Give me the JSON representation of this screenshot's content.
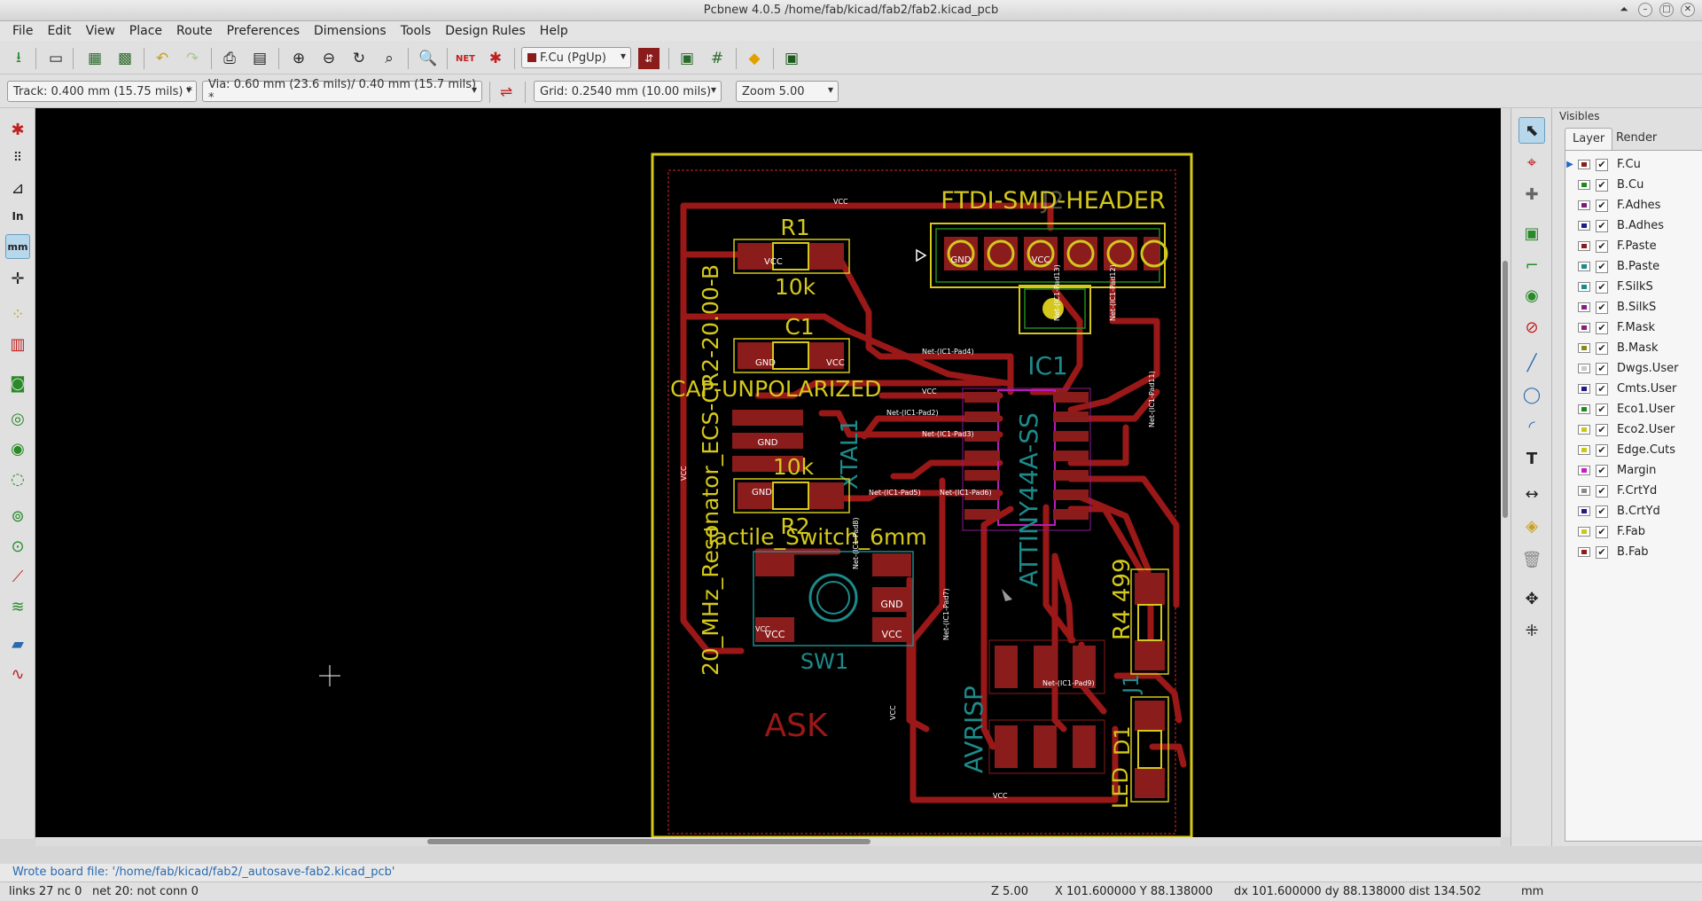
{
  "window": {
    "title": "Pcbnew 4.0.5 /home/fab/kicad/fab2/fab2.kicad_pcb"
  },
  "menu": [
    "File",
    "Edit",
    "View",
    "Place",
    "Route",
    "Preferences",
    "Dimensions",
    "Tools",
    "Design Rules",
    "Help"
  ],
  "toolbar": {
    "layer_select": "F.Cu (PgUp)",
    "net_label": "NET"
  },
  "toolbar2": {
    "track": "Track: 0.400 mm (15.75 mils) *",
    "via": "Via: 0.60 mm (23.6 mils)/ 0.40 mm (15.7 mils) *",
    "grid": "Grid: 0.2540 mm (10.00 mils)",
    "zoom": "Zoom 5.00"
  },
  "left_toolbar": {
    "in_label": "In",
    "mm_label": "mm"
  },
  "visibles": {
    "title": "Visibles",
    "tabs": [
      "Layer",
      "Render"
    ],
    "layers": [
      {
        "name": "F.Cu",
        "color": "#8a1c1c",
        "checked": true,
        "active": true
      },
      {
        "name": "B.Cu",
        "color": "#1e8a1e",
        "checked": true
      },
      {
        "name": "F.Adhes",
        "color": "#7a1c7a",
        "checked": true
      },
      {
        "name": "B.Adhes",
        "color": "#1c1c8a",
        "checked": true
      },
      {
        "name": "F.Paste",
        "color": "#8a1c1c",
        "checked": true
      },
      {
        "name": "B.Paste",
        "color": "#1c8a8a",
        "checked": true
      },
      {
        "name": "F.SilkS",
        "color": "#1c8a8a",
        "checked": true
      },
      {
        "name": "B.SilkS",
        "color": "#8a1c8a",
        "checked": true
      },
      {
        "name": "F.Mask",
        "color": "#8a1c7a",
        "checked": true
      },
      {
        "name": "B.Mask",
        "color": "#8a8a1c",
        "checked": true
      },
      {
        "name": "Dwgs.User",
        "color": "#c8c8c8",
        "checked": true
      },
      {
        "name": "Cmts.User",
        "color": "#1c1c8a",
        "checked": true
      },
      {
        "name": "Eco1.User",
        "color": "#1e8a1e",
        "checked": true
      },
      {
        "name": "Eco2.User",
        "color": "#c8c81c",
        "checked": true
      },
      {
        "name": "Edge.Cuts",
        "color": "#c8c81c",
        "checked": true
      },
      {
        "name": "Margin",
        "color": "#c81cc8",
        "checked": true
      },
      {
        "name": "F.CrtYd",
        "color": "#8a8a8a",
        "checked": true
      },
      {
        "name": "B.CrtYd",
        "color": "#1c1c8a",
        "checked": true
      },
      {
        "name": "F.Fab",
        "color": "#c8c81c",
        "checked": true
      },
      {
        "name": "B.Fab",
        "color": "#8a1c1c",
        "checked": true
      }
    ]
  },
  "pcb": {
    "ftdi_ref": "J2",
    "ftdi_value": "FTDI-SMD-HEADER",
    "r1_ref": "R1",
    "r1_value": "10k",
    "c1_ref": "C1",
    "c1_value": "CAP-UNPOLARIZED",
    "resonator_value": "20_MHz_Resonator_ECS-CR2-20.00-B",
    "xtal_ref": "XTAL1",
    "r2_ref": "R2",
    "r2_value": "10k",
    "sw_value": "Tactile_Switch_6mm",
    "sw_ref": "SW1",
    "ic_ref": "IC1",
    "ic_value": "ATTINY44A-SS",
    "r4_value": "R4 499",
    "isp_value": "AVRISP",
    "isp_ref": "J1",
    "led_value": "LED",
    "d1_ref": "D1",
    "ask_text": "ASK",
    "net_vcc": "VCC",
    "net_gnd": "GND",
    "net_pad4": "Net-(IC1-Pad4)",
    "net_pad2": "Net-(IC1-Pad2)",
    "net_pad3": "Net-(IC1-Pad3)",
    "net_pad5": "Net-(IC1-Pad5)",
    "net_pad6": "Net-(IC1-Pad6)",
    "net_pad7": "Net-(IC1-Pad7)",
    "net_pad8": "Net-(IC1-Pad8)",
    "net_pad9": "Net-(IC1-Pad9)",
    "net_pad11": "Net-(IC1-Pad11)",
    "net_pad12": "Net-(IC1-Pad12)",
    "net_pad13": "Net-(IC1-Pad13)"
  },
  "message": "Wrote board file: '/home/fab/kicad/fab2/_autosave-fab2.kicad_pcb'",
  "status": {
    "links": "links 27 nc 0",
    "net": "net 20: not conn 0",
    "zoom": "Z 5.00",
    "xy": "X 101.600000  Y 88.138000",
    "delta": "dx 101.600000  dy 88.138000  dist 134.502",
    "units": "mm"
  }
}
